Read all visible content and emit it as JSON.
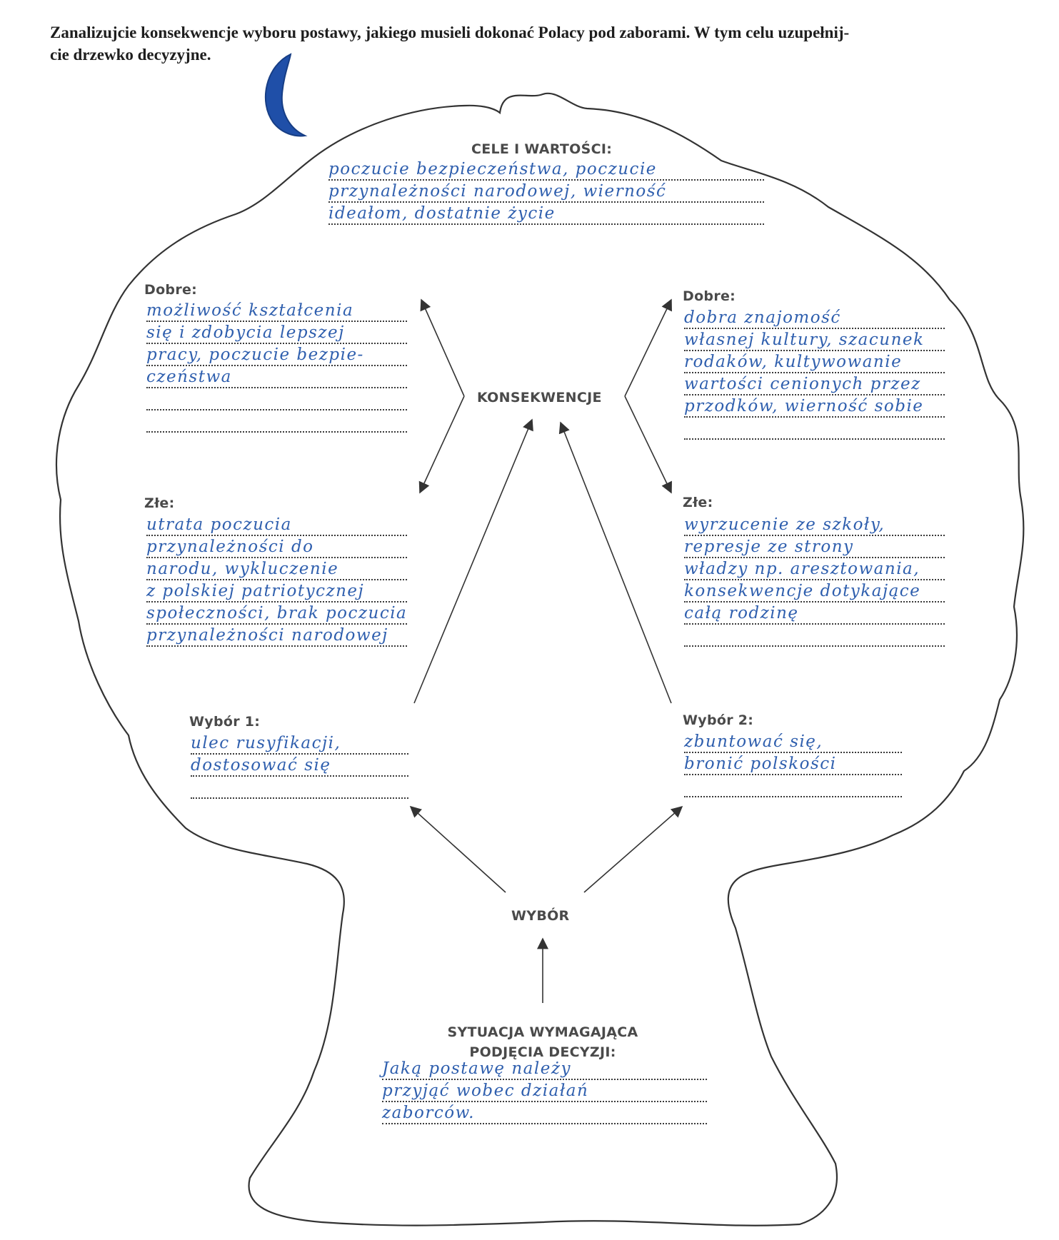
{
  "instruction": {
    "line1": "Zanalizujcie konsekwencje wyboru postawy, jakiego musieli dokonać Polacy pod zaborami. W tym celu uzupełnij-",
    "line2": "cie drzewko decyzyjne."
  },
  "cele": {
    "heading": "CELE I WARTOŚCI:",
    "lines": [
      "poczucie bezpieczeństwa, poczucie",
      "przynależności narodowej, wierność",
      "ideałom, dostatnie życie"
    ]
  },
  "left_good": {
    "heading": "Dobre:",
    "lines": [
      "możliwość kształcenia",
      "się i zdobycia lepszej",
      "pracy, poczucie bezpie-",
      "czeństwa",
      "",
      ""
    ]
  },
  "right_good": {
    "heading": "Dobre:",
    "lines": [
      "dobra znajomość",
      "własnej kultury, szacunek",
      "rodaków, kultywowanie",
      "wartości cenionych przez",
      "przodków, wierność sobie",
      ""
    ]
  },
  "konsekwencje": {
    "heading": "KONSEKWENCJE"
  },
  "left_bad": {
    "heading": "Złe:",
    "lines": [
      "utrata poczucia",
      "przynależności do",
      "narodu, wykluczenie",
      "z polskiej patriotycznej",
      "społeczności, brak poczucia",
      "przynależności narodowej"
    ]
  },
  "right_bad": {
    "heading": "Złe:",
    "lines": [
      "wyrzucenie ze szkoły,",
      "represje ze strony",
      "władzy np. aresztowania,",
      "konsekwencje dotykające",
      "całą rodzinę",
      ""
    ]
  },
  "wybor1": {
    "heading": "Wybór 1:",
    "lines": [
      "ulec rusyfikacji,",
      "dostosować się",
      ""
    ]
  },
  "wybor2": {
    "heading": "Wybór 2:",
    "lines": [
      "zbuntować się,",
      "bronić polskości",
      ""
    ]
  },
  "wybor": {
    "heading": "WYBÓR"
  },
  "sytuacja": {
    "heading1": "SYTUACJA WYMAGAJĄCA",
    "heading2": "PODJĘCIA DECYZJI:",
    "lines": [
      "Jaką postawę należy",
      "przyjąć wobec działań",
      "zaborców."
    ]
  },
  "colors": {
    "ink": "#2f5fae",
    "print": "#4a4a4a",
    "outline": "#333333",
    "moon": "#1f4fa8"
  },
  "icons": {
    "moon": "crescent-moon-icon",
    "arrows": "arrow-icon"
  }
}
